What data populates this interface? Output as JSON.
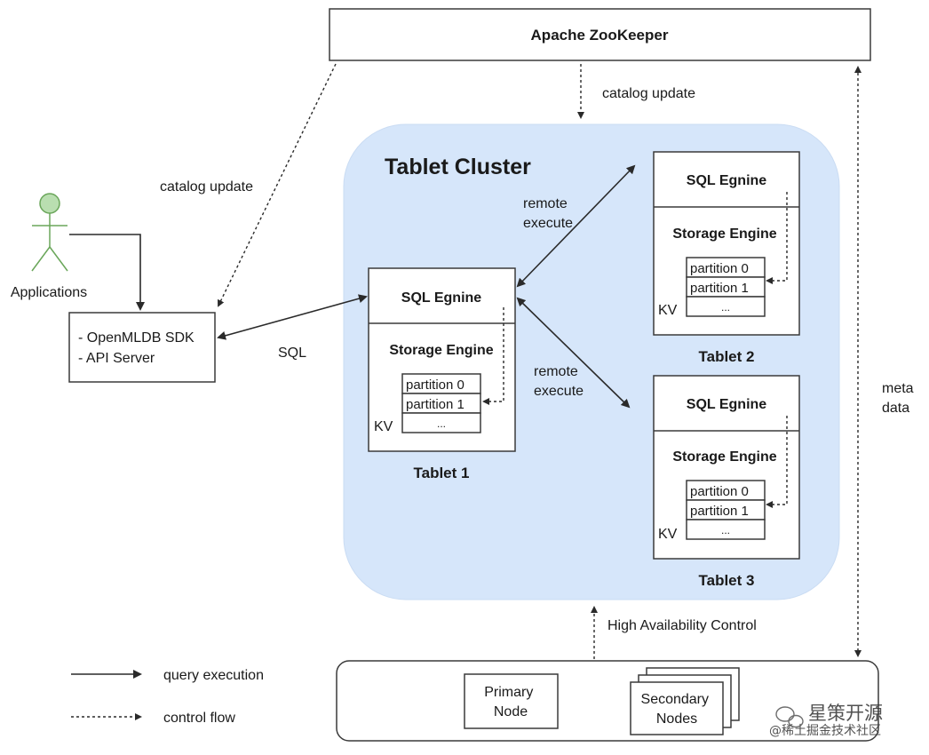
{
  "zookeeper": {
    "label": "Apache ZooKeeper"
  },
  "cluster": {
    "title": "Tablet Cluster"
  },
  "actor": {
    "label": "Applications"
  },
  "sdk": {
    "line1": "- OpenMLDB SDK",
    "line2": "- API Server"
  },
  "edges": {
    "sql": "SQL",
    "catalog_update_top": "catalog  update",
    "catalog_update_left": "catalog update",
    "remote_execute": "remote\nexecute",
    "remote_execute_lower": "remote\nexecute",
    "meta_data": "meta\ndata",
    "ha_control": "High Availability Control"
  },
  "tablets": [
    {
      "name": "Tablet 1",
      "sql": "SQL Egnine",
      "storage": "Storage Engine",
      "kv": "KV",
      "partitions": [
        "partition 0",
        "partition 1",
        "..."
      ]
    },
    {
      "name": "Tablet 2",
      "sql": "SQL Egnine",
      "storage": "Storage Engine",
      "kv": "KV",
      "partitions": [
        "partition 0",
        "partition 1",
        "..."
      ]
    },
    {
      "name": "Tablet 3",
      "sql": "SQL Egnine",
      "storage": "Storage Engine",
      "kv": "KV",
      "partitions": [
        "partition 0",
        "partition 1",
        "..."
      ]
    }
  ],
  "nameserver": {
    "primary": "Primary\nNode",
    "secondary": "Secondary\nNodes"
  },
  "legend": {
    "query": "query execution",
    "control": "control flow"
  },
  "watermark": {
    "line1": "星策开源",
    "line2": "@稀土掘金技术社区"
  },
  "colors": {
    "cluster_fill": "#d6e6fa",
    "actor_fill": "#b9deb0",
    "actor_stroke": "#6aa65a",
    "line": "#2a2a2a"
  }
}
